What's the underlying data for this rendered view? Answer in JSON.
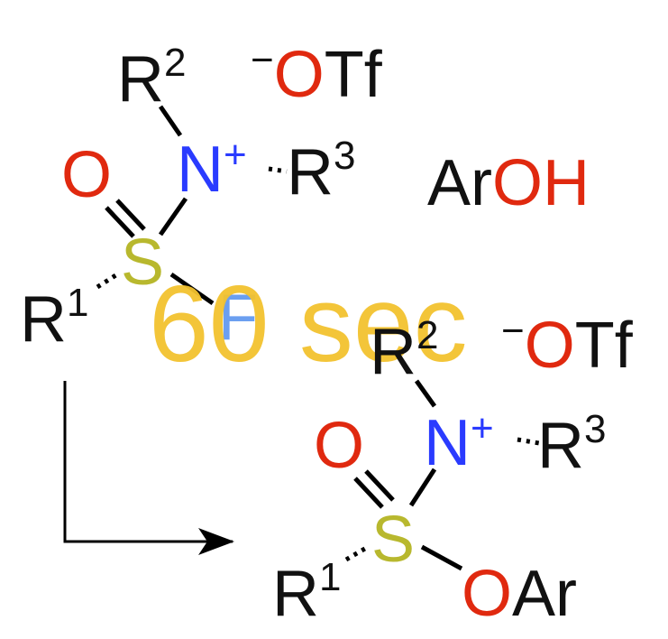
{
  "colors": {
    "carbon": "#111111",
    "oxygen": "#e0290f",
    "nitrogen": "#2a3bff",
    "sulfur": "#b8b82e",
    "fluorine": "#6b9ff0",
    "overlay": "#f2c22e"
  },
  "reactant": {
    "r2": "R",
    "r2_sup": "2",
    "counterion_minus": "−",
    "counterion_o": "O",
    "counterion_tf": "Tf",
    "o": "O",
    "n": "N",
    "n_charge": "+",
    "r3": "R",
    "r3_sup": "3",
    "s": "S",
    "r1": "R",
    "r1_sup": "1",
    "f": "F"
  },
  "reagent": {
    "ar": "Ar",
    "oh": "OH"
  },
  "overlay_text": "60 sec",
  "product": {
    "r2": "R",
    "r2_sup": "2",
    "counterion_minus": "−",
    "counterion_o": "O",
    "counterion_tf": "Tf",
    "o": "O",
    "n": "N",
    "n_charge": "+",
    "r3": "R",
    "r3_sup": "3",
    "s": "S",
    "r1": "R",
    "r1_sup": "1",
    "o2": "O",
    "ar": "Ar"
  }
}
